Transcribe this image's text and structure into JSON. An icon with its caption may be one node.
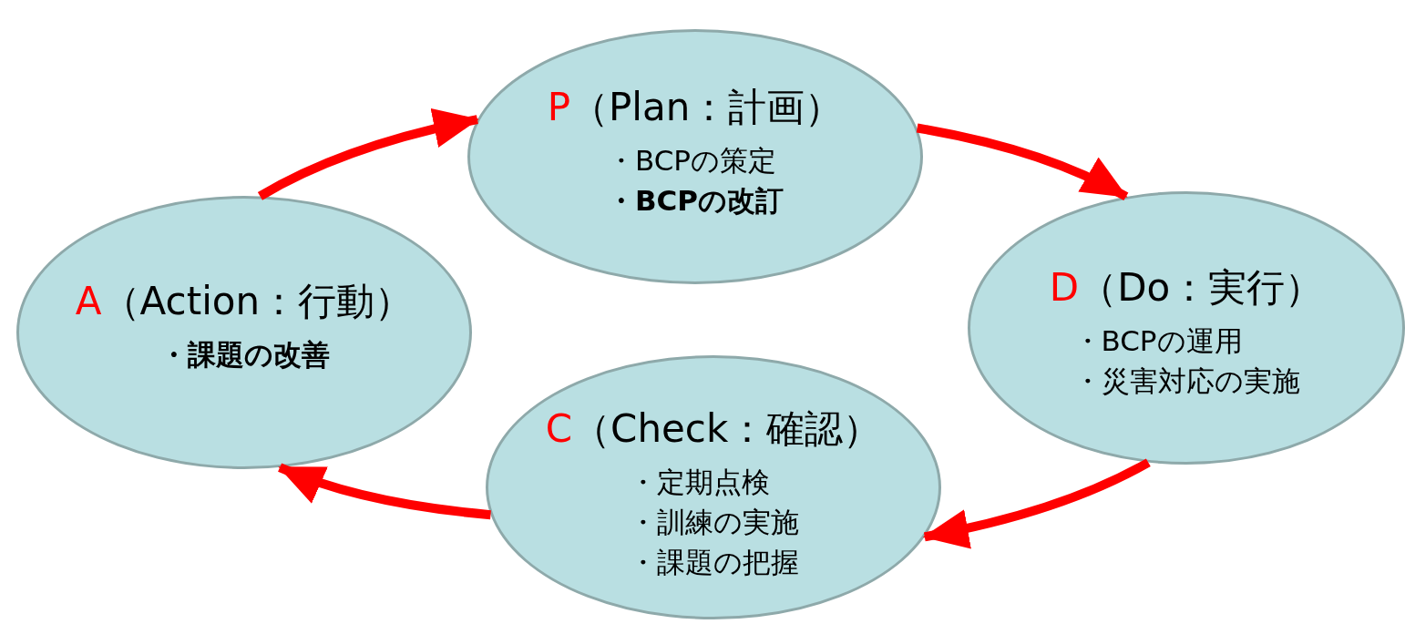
{
  "diagram": {
    "nodes": [
      {
        "text": [
          "P（Plan：計画）",
          "・BCPの策定",
          "**・BCPの改訂**"
        ]
      },
      {
        "text": [
          "D（Do：実行）",
          "・BCPの運用",
          "・災害対応の実施"
        ]
      },
      {
        "text": [
          "C（Check：確認）",
          "・定期点検",
          "・訓練の実施",
          "・課題の把握"
        ]
      },
      {
        "text": [
          "A（Action：行動）",
          "**・課題の改善**"
        ]
      }
    ],
    "edges": [
      {
        "from": 3,
        "to": 0,
        "arrow": "to"
      },
      {
        "from": 0,
        "to": 1,
        "arrow": "to"
      },
      {
        "from": 1,
        "to": 2,
        "arrow": "to"
      },
      {
        "from": 2,
        "to": 3,
        "arrow": "to"
      }
    ]
  }
}
